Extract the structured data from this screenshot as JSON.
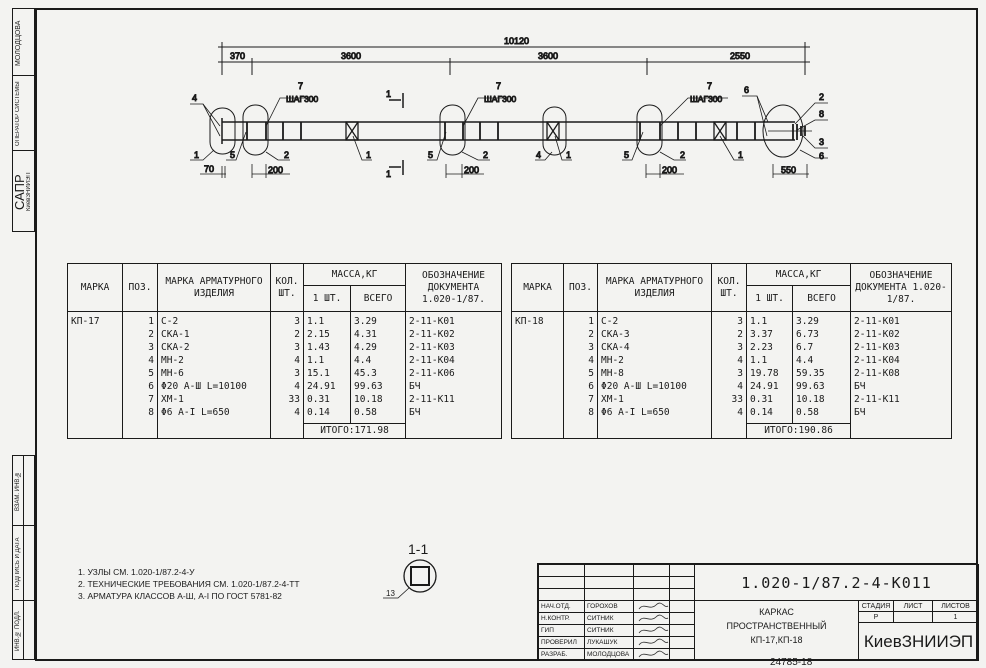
{
  "side_stamp": {
    "name": "МОЛОДЦОВА",
    "role": "ОПЕРАТОР СИСТЕМЫ",
    "system": "САПР",
    "org": "КиевЗНИИЭП"
  },
  "side_bottom": {
    "field1": "ВЗАМ. ИНВ.№",
    "field2": "ПОДПИСЬ И ДАТА",
    "field3": "ИНВ.№ ПОДЛ."
  },
  "drawing": {
    "dims": {
      "total": "10120",
      "d1": "370",
      "d2": "3600",
      "d3": "3600",
      "d4": "2550",
      "b1": "70",
      "b2": "200",
      "b3": "200",
      "b4": "200",
      "b5": "550"
    },
    "step_label": "ШАГ300",
    "section_mark": "1",
    "callouts": {
      "c1": "1",
      "c2": "2",
      "c3": "3",
      "c4": "4",
      "c5": "5",
      "c6": "6",
      "c7": "7",
      "c8": "8"
    }
  },
  "tables": [
    {
      "headers": {
        "marka": "МАРКА",
        "pos": "ПОЗ.",
        "izd": "МАРКА АРМАТУРНОГО ИЗДЕЛИЯ",
        "kol": "КОЛ. ШТ.",
        "mass": "МАССА,КГ",
        "one": "1 ШТ.",
        "total": "ВСЕГО",
        "doc": "ОБОЗНАЧЕНИЕ ДОКУМЕНТА 1.020-1/87."
      },
      "marka": "КП-17",
      "rows": [
        {
          "pos": "1",
          "izd": "С-2",
          "kol": "3",
          "one": "1.1",
          "total": "3.29",
          "doc": "2-11-К01"
        },
        {
          "pos": "2",
          "izd": "СКА-1",
          "kol": "2",
          "one": "2.15",
          "total": "4.31",
          "doc": "2-11-К02"
        },
        {
          "pos": "3",
          "izd": "СКА-2",
          "kol": "3",
          "one": "1.43",
          "total": "4.29",
          "doc": "2-11-К03"
        },
        {
          "pos": "4",
          "izd": "МН-2",
          "kol": "4",
          "one": "1.1",
          "total": "4.4",
          "doc": "2-11-К04"
        },
        {
          "pos": "5",
          "izd": "МН-6",
          "kol": "3",
          "one": "15.1",
          "total": "45.3",
          "doc": "2-11-К06"
        },
        {
          "pos": "6",
          "izd": "Φ20 А-Ш L=10100",
          "kol": "4",
          "one": "24.91",
          "total": "99.63",
          "doc": "БЧ"
        },
        {
          "pos": "7",
          "izd": "ХМ-1",
          "kol": "33",
          "one": "0.31",
          "total": "10.18",
          "doc": "2-11-К11"
        },
        {
          "pos": "8",
          "izd": "Φ6 А-I L=650",
          "kol": "4",
          "one": "0.14",
          "total": "0.58",
          "doc": "БЧ"
        }
      ],
      "itogo": "ИТОГО:171.98"
    },
    {
      "headers": {
        "marka": "МАРКА",
        "pos": "ПОЗ.",
        "izd": "МАРКА АРМАТУРНОГО ИЗДЕЛИЯ",
        "kol": "КОЛ. ШТ.",
        "mass": "МАССА,КГ",
        "one": "1 ШТ.",
        "total": "ВСЕГО",
        "doc": "ОБОЗНАЧЕНИЕ ДОКУМЕНТА 1.020-1/87."
      },
      "marka": "КП-18",
      "rows": [
        {
          "pos": "1",
          "izd": "С-2",
          "kol": "3",
          "one": "1.1",
          "total": "3.29",
          "doc": "2-11-К01"
        },
        {
          "pos": "2",
          "izd": "СКА-3",
          "kol": "2",
          "one": "3.37",
          "total": "6.73",
          "doc": "2-11-К02"
        },
        {
          "pos": "3",
          "izd": "СКА-4",
          "kol": "3",
          "one": "2.23",
          "total": "6.7",
          "doc": "2-11-К03"
        },
        {
          "pos": "4",
          "izd": "МН-2",
          "kol": "4",
          "one": "1.1",
          "total": "4.4",
          "doc": "2-11-К04"
        },
        {
          "pos": "5",
          "izd": "МН-8",
          "kol": "3",
          "one": "19.78",
          "total": "59.35",
          "doc": "2-11-К08"
        },
        {
          "pos": "6",
          "izd": "Φ20 А-Ш L=10100",
          "kol": "4",
          "one": "24.91",
          "total": "99.63",
          "doc": "БЧ"
        },
        {
          "pos": "7",
          "izd": "ХМ-1",
          "kol": "33",
          "one": "0.31",
          "total": "10.18",
          "doc": "2-11-К11"
        },
        {
          "pos": "8",
          "izd": "Φ6 А-I L=650",
          "kol": "4",
          "one": "0.14",
          "total": "0.58",
          "doc": "БЧ"
        }
      ],
      "itogo": "ИТОГО:190.86"
    }
  ],
  "notes": [
    "1. УЗЛЫ СМ. 1.020-1/87.2-4-У",
    "2. ТЕХНИЧЕСКИЕ ТРЕБОВАНИЯ СМ. 1.020-1/87.2-4-ТТ",
    "3. АРМАТУРА КЛАССОВ А-Ш, А-I ПО ГОСТ 5781-82"
  ],
  "section": {
    "title": "1-1",
    "callout": "13"
  },
  "title_block": {
    "code": "1.020-1/87.2-4-К011",
    "name_line1": "КАРКАС",
    "name_line2": "ПРОСТРАНСТВЕННЫЙ",
    "name_line3": "КП-17,КП-18",
    "stage_label": "СТАДИЯ",
    "sheet_label": "ЛИСТ",
    "sheets_label": "ЛИСТОВ",
    "stage": "Р",
    "sheet": "",
    "sheets": "1",
    "org": "КиевЗНИИЭП",
    "people": [
      {
        "role": "НАЧ.ОТД.",
        "name": "ГОРОХОВ"
      },
      {
        "role": "Н.КОНТР.",
        "name": "СИТНИК"
      },
      {
        "role": "ГИП",
        "name": "СИТНИК"
      },
      {
        "role": "ПРОВЕРИЛ",
        "name": "ЛУКАШУК"
      },
      {
        "role": "РАЗРАБ.",
        "name": "МОЛОДЦОВА"
      }
    ]
  },
  "inventory_number": "24785-18"
}
